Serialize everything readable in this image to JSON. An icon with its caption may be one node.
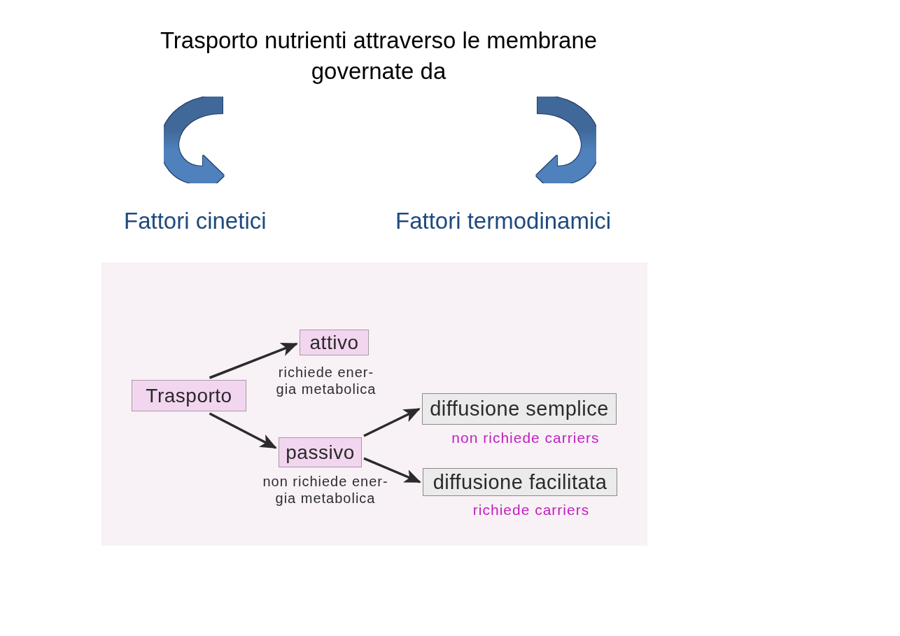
{
  "diagram": {
    "nodes": [
      {
        "text": [
          "Trasporto nutrienti attraverso le membrane governate da"
        ]
      },
      {
        "text": [
          "Fattori cinetici"
        ]
      },
      {
        "text": [
          "Fattori termodinamici"
        ]
      },
      {
        "text": [
          "Trasporto"
        ]
      },
      {
        "text": [
          "attivo"
        ],
        "beside": [
          "richiede ener- gia metabolica"
        ]
      },
      {
        "text": [
          "passivo"
        ],
        "beside": [
          "non richiede ener- gia metabolica"
        ]
      },
      {
        "text": [
          "diffusione semplice"
        ],
        "beside": [
          "non richiede carriers"
        ]
      },
      {
        "text": [
          "diffusione facilitata"
        ],
        "beside": [
          "richiede carriers"
        ]
      }
    ],
    "edges": [
      {
        "from": 0,
        "to": 1,
        "arrow": "to",
        "style": "thick",
        "color": "#4f81bd"
      },
      {
        "from": 0,
        "to": 2,
        "arrow": "to",
        "style": "thick",
        "color": "#4f81bd"
      },
      {
        "from": 3,
        "to": 4,
        "arrow": "to"
      },
      {
        "from": 3,
        "to": 5,
        "arrow": "to"
      },
      {
        "from": 5,
        "to": 6,
        "arrow": "to"
      },
      {
        "from": 5,
        "to": 7,
        "arrow": "to"
      }
    ]
  }
}
